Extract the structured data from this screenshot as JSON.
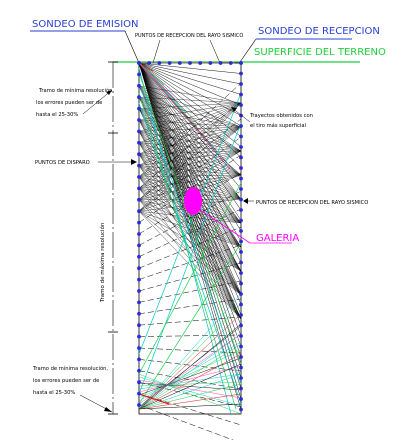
{
  "labels": {
    "sondeo_emision": "SONDEO DE EMISION",
    "puntos_recepcion_top": "PUNTOS DE RECEPCION DEL RAYO SISMICO",
    "sondeo_recepcion": "SONDEO DE RECEPCION",
    "superficie": "SUPERFICIE DEL TERRENO",
    "tramo_top_1": "Tramo de mínima resolución,",
    "tramo_top_2": "los errores pueden ser de",
    "tramo_top_3": "hasta el 25-30%",
    "trayectos_1": "Trayectos obtenidos con",
    "trayectos_2": "el tiro más superficial",
    "puntos_disparo": "PUNTOS DE DISPARO",
    "puntos_recepcion_right": "PUNTOS DE RECEPCION DEL RAYO SISMICO",
    "tramo_maxima": "Tramo de máxima resolución",
    "galeria": "GALERIA",
    "tramo_bot_1": "Tramo de mínima resolución,",
    "tramo_bot_2": "los errores pueden ser de",
    "tramo_bot_3": "hasta el 25-30%"
  },
  "colors": {
    "blue_title": "#2a3fd6",
    "green_surface": "#1ecf3a",
    "magenta": "#ff00ff",
    "dot": "#2b2bd8",
    "black": "#000000",
    "cyan": "#00c8c8",
    "green_ray": "#19d24a",
    "red_ray": "#e02020",
    "pink_ray": "#ff33aa"
  }
}
